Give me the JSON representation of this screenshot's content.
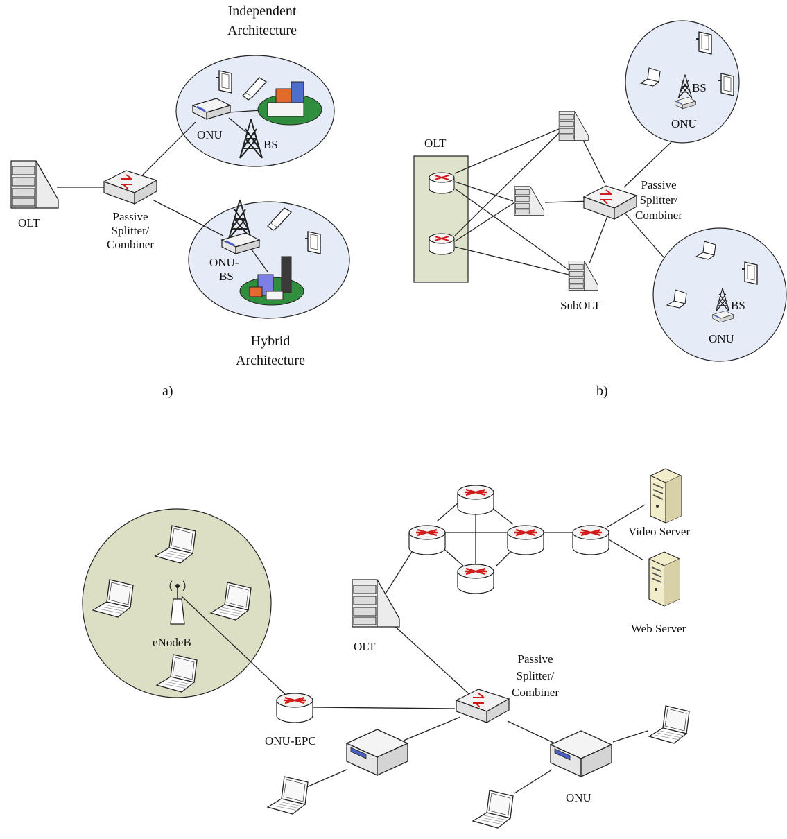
{
  "panel_a": {
    "caption": "a)",
    "olt": "OLT",
    "splitter": [
      "Passive",
      "Splitter/",
      "Combiner"
    ],
    "independent": {
      "title": [
        "Independent",
        "Architecture"
      ],
      "onu": "ONU",
      "bs": "BS"
    },
    "hybrid": {
      "title": [
        "Hybrid",
        "Architecture"
      ],
      "onu_bs": [
        "ONU-",
        "BS"
      ]
    }
  },
  "panel_b": {
    "caption": "b)",
    "olt": "OLT",
    "splitter": [
      "Passive",
      "Splitter/",
      "Combiner"
    ],
    "subolt": "SubOLT",
    "cluster_top": {
      "bs": "BS",
      "onu": "ONU"
    },
    "cluster_bottom": {
      "bs": "BS",
      "onu": "ONU"
    }
  },
  "panel_c": {
    "enodeb": "eNodeB",
    "onu_epc": "ONU-EPC",
    "olt": "OLT",
    "splitter": [
      "Passive",
      "Splitter/",
      "Combiner"
    ],
    "onu": "ONU",
    "video_server": "Video Server",
    "web_server": "Web Server"
  },
  "colors": {
    "bubble_blue": "#e6ecf7",
    "bubble_green": "#dcdfc4",
    "router_arrow": "#d11a1a"
  }
}
